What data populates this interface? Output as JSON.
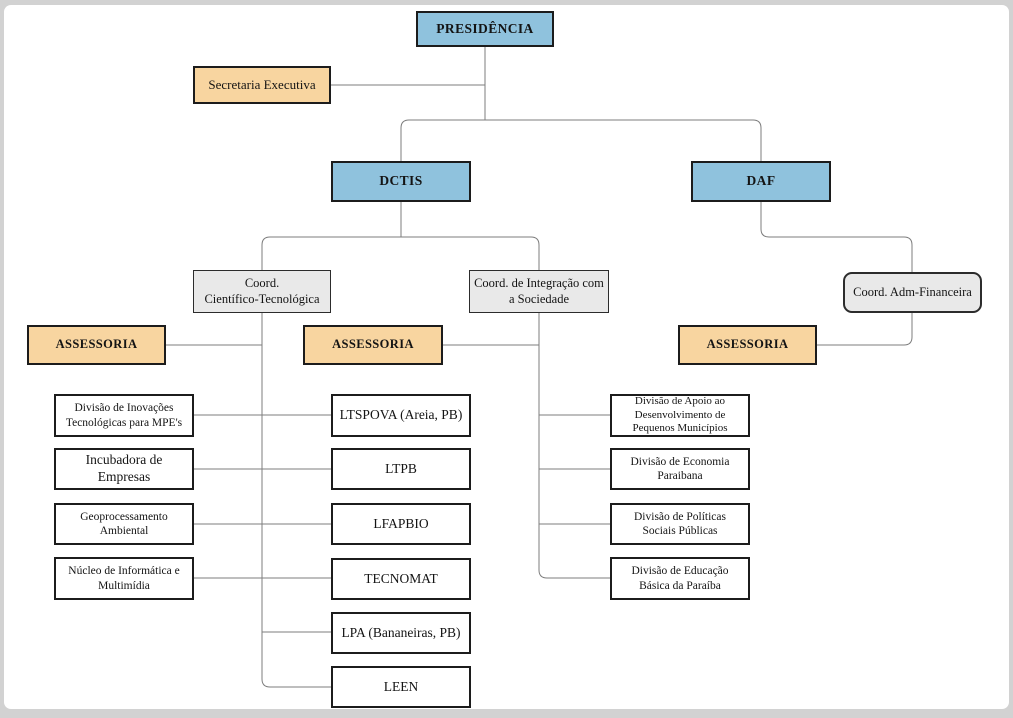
{
  "palette": {
    "department_fill": "#8fc2dd",
    "staff_fill": "#f8d5a0",
    "coordination_fill": "#e9e9e9",
    "unit_fill": "#ffffff",
    "box_border": "#1c1c1c",
    "connector": "#7d7d7d",
    "page_background": "#ffffff",
    "frame_background": "#d2d2d2"
  },
  "org_chart": {
    "nodes": {
      "presidencia": "PRESIDÊNCIA",
      "secretaria_executiva": "Secretaria Executiva",
      "dctis": "DCTIS",
      "daf": "DAF",
      "coord_cientifico_tecnologica": "Coord.\nCientífico-Tecnológica",
      "coord_integracao_sociedade": "Coord. de Integração com\na Sociedade",
      "coord_adm_financeira": "Coord. Adm-Financeira",
      "assessoria_ct": "ASSESSORIA",
      "assessoria_is": "ASSESSORIA",
      "assessoria_af": "ASSESSORIA",
      "divisao_inovacoes": "Divisão de Inovações\nTecnológicas para MPE's",
      "incubadora_empresas": "Incubadora de Empresas",
      "geoprocessamento_ambiental": "Geoprocessamento\nAmbiental",
      "nucleo_informatica": "Núcleo de Informática e\nMultimídia",
      "ltspova": "LTSPOVA (Areia, PB)",
      "ltpb": "LTPB",
      "lfapbio": "LFAPBIO",
      "tecnomat": "TECNOMAT",
      "lpa": "LPA (Bananeiras, PB)",
      "leen": "LEEN",
      "divisao_apoio": "Divisão de Apoio ao\nDesenvolvimento de\nPequenos Municípios",
      "divisao_economia": "Divisão de Economia\nParaibana",
      "divisao_politicas": "Divisão de Políticas\nSociais Públicas",
      "divisao_educacao": "Divisão de Educação\nBásica da Paraíba"
    }
  }
}
